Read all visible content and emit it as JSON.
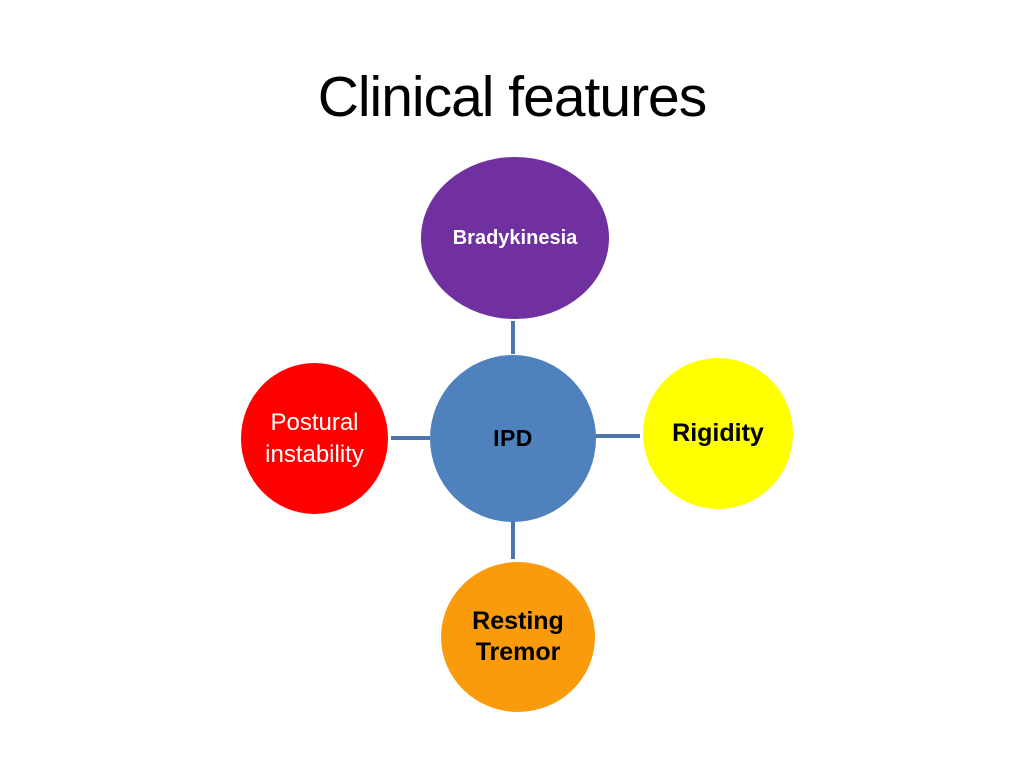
{
  "slide": {
    "title": "Clinical features",
    "title_color": "#000000",
    "background_color": "#ffffff"
  },
  "diagram": {
    "type": "radial-cycle",
    "connector_color": "#4a76ac",
    "center": {
      "label": "IPD",
      "fill": "#4f81bd",
      "text_color": "#000000"
    },
    "nodes": [
      {
        "label": "Bradykinesia",
        "lines": [
          "Bradykinesia"
        ],
        "position": "top",
        "fill": "#7030a0",
        "text_color": "#ffffff"
      },
      {
        "label": "Rigidity",
        "lines": [
          "Rigidity"
        ],
        "position": "right",
        "fill": "#ffff00",
        "text_color": "#000000"
      },
      {
        "label": "Resting Tremor",
        "lines": [
          "Resting",
          "Tremor"
        ],
        "position": "bottom",
        "fill": "#f99b0c",
        "text_color": "#000000"
      },
      {
        "label": "Postural instability",
        "lines": [
          "Postural",
          "instability"
        ],
        "position": "left",
        "fill": "#fe0000",
        "text_color": "#ffffff"
      }
    ]
  }
}
